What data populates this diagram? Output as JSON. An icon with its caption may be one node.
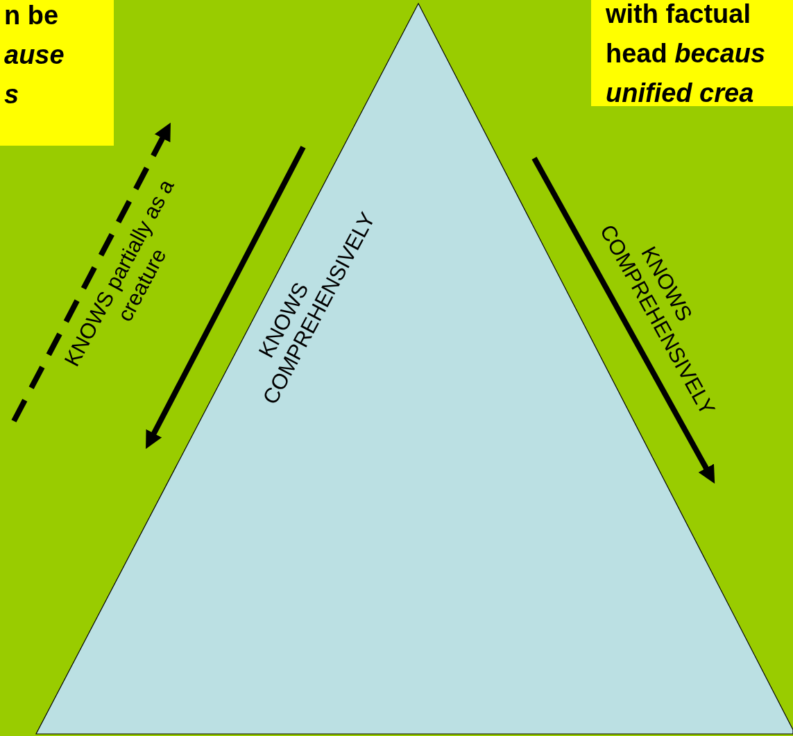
{
  "diagram": {
    "nodes": [
      {
        "text": [
          "n be *ause* *s*"
        ]
      },
      {
        "text": [
          "with factual head *becaus* *unified crea*"
        ]
      },
      {
        "text": [],
        "shape": "triangle"
      }
    ],
    "labels": [
      "KNOWS partially as a creature",
      "KNOWS COMPREHENSIVELY",
      "KNOWS COMPREHENSIVELY"
    ]
  }
}
